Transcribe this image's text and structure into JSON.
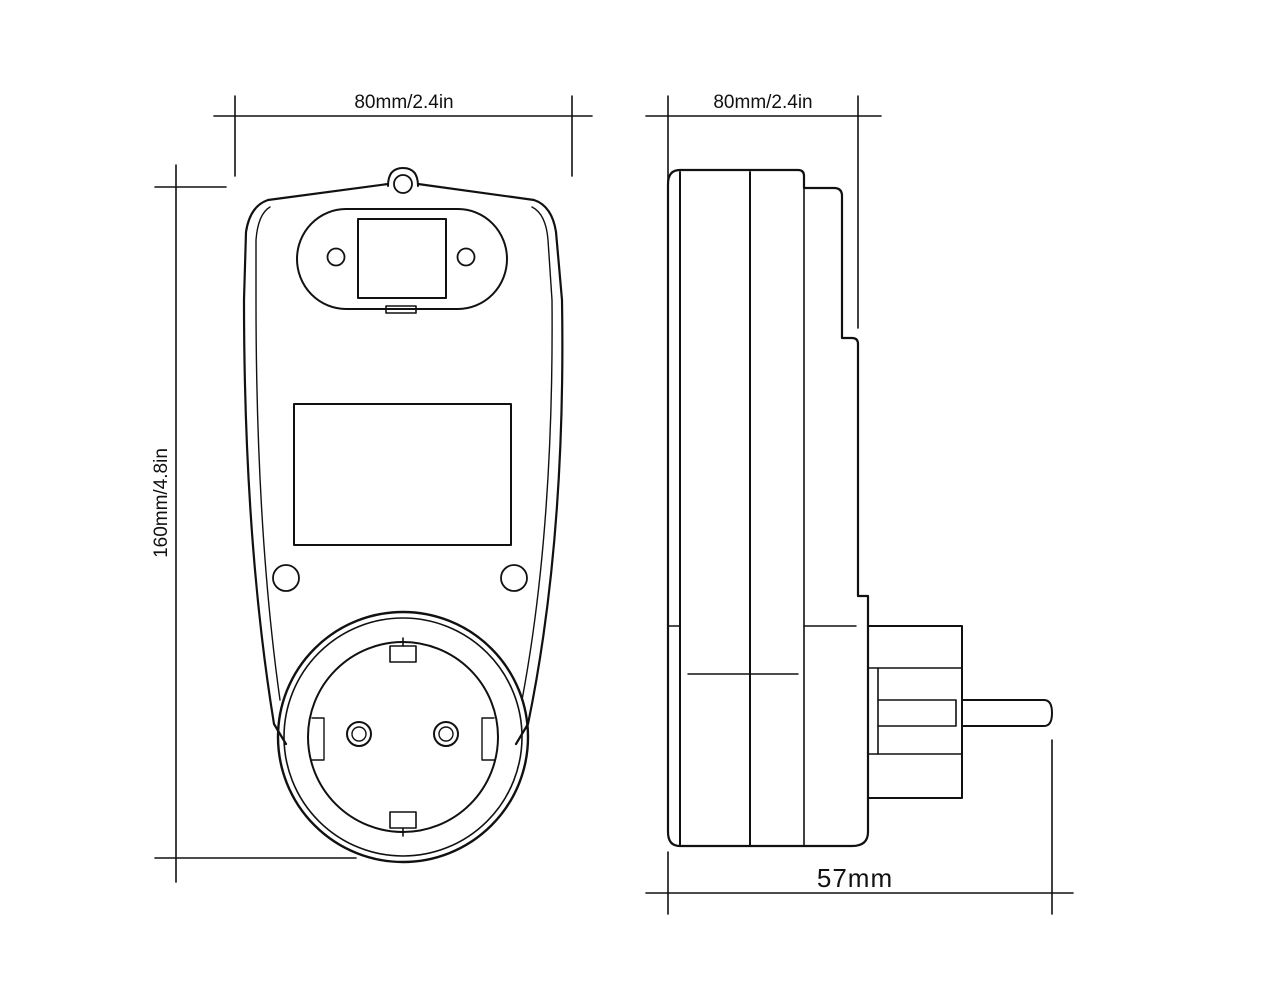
{
  "diagram": {
    "front_view": {
      "width_label": "80mm/2.4in",
      "height_label": "160mm/4.8in"
    },
    "side_view": {
      "width_label": "80mm/2.4in",
      "depth_label": "57mm"
    },
    "colors": {
      "line": "#111111",
      "background": "#ffffff"
    }
  }
}
